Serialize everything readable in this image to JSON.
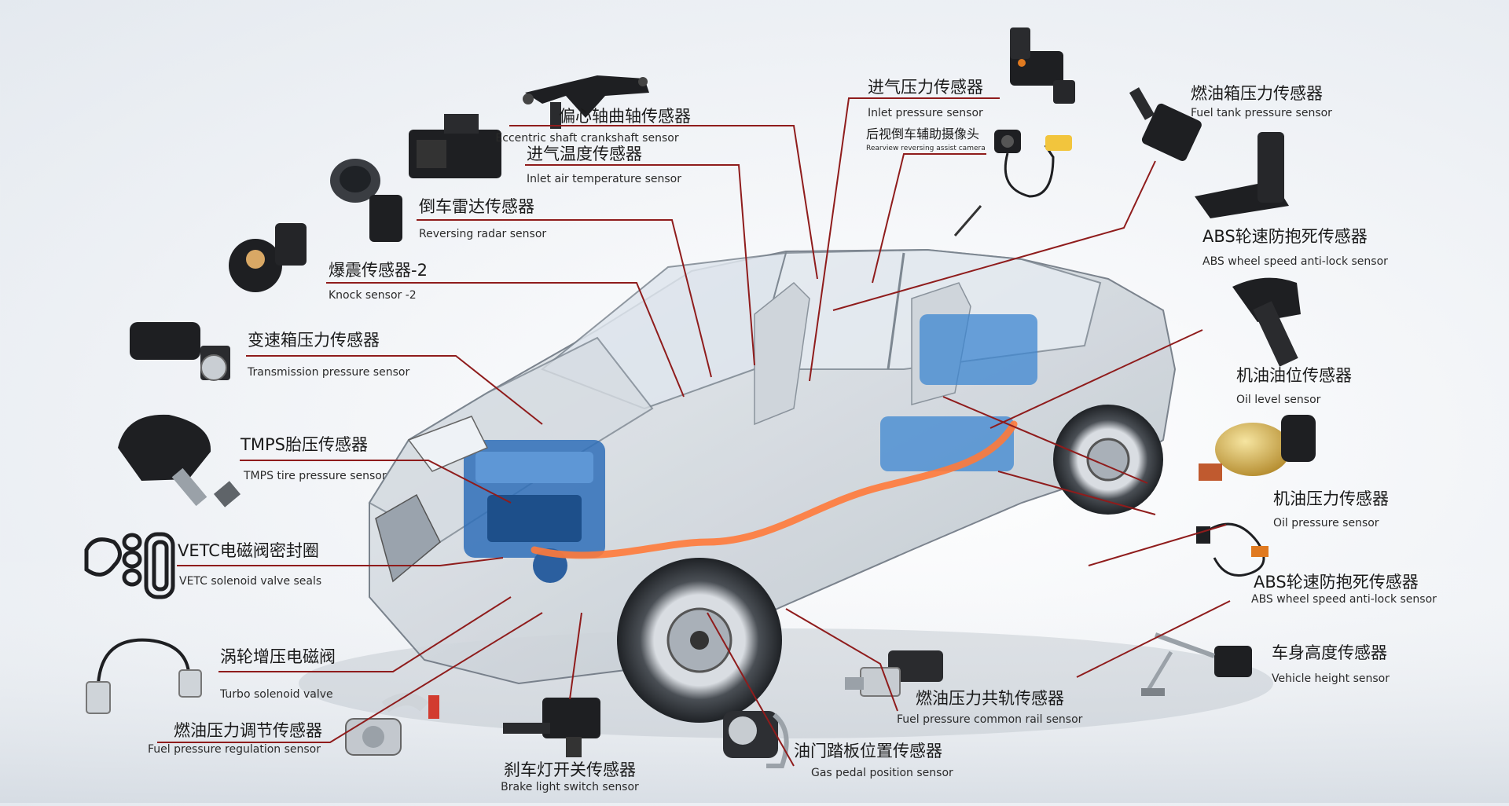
{
  "labels": [
    {
      "id": "eccentric-shaft-crankshaft-sensor",
      "cn": "偏心轴曲轴传感器",
      "en": "Eccentric shaft crankshaft sensor"
    },
    {
      "id": "inlet-air-temperature-sensor",
      "cn": "进气温度传感器",
      "en": "Inlet air temperature sensor"
    },
    {
      "id": "reversing-radar-sensor",
      "cn": "倒车雷达传感器",
      "en": "Reversing radar sensor"
    },
    {
      "id": "knock-sensor",
      "cn": "爆震传感器-2",
      "en": "Knock sensor -2"
    },
    {
      "id": "transmission-pressure-sensor",
      "cn": "变速箱压力传感器",
      "en": "Transmission pressure sensor"
    },
    {
      "id": "tmps-tire-pressure-sensor",
      "cn": "TMPS胎压传感器",
      "en": "TMPS tire pressure sensor"
    },
    {
      "id": "vetc-solenoid-valve-seals",
      "cn": "VETC电磁阀密封圈",
      "en": "VETC solenoid valve seals"
    },
    {
      "id": "turbo-solenoid-valve",
      "cn": "涡轮增压电磁阀",
      "en": "Turbo solenoid valve"
    },
    {
      "id": "fuel-pressure-regulation-sensor",
      "cn": "燃油压力调节传感器",
      "en": "Fuel pressure regulation sensor"
    },
    {
      "id": "brake-light-switch-sensor",
      "cn": "刹车灯开关传感器",
      "en": "Brake light switch sensor"
    },
    {
      "id": "gas-pedal-position-sensor",
      "cn": "油门踏板位置传感器",
      "en": "Gas pedal position sensor"
    },
    {
      "id": "fuel-pressure-common-rail-sensor",
      "cn": "燃油压力共轨传感器",
      "en": "Fuel pressure common rail sensor"
    },
    {
      "id": "vehicle-height-sensor",
      "cn": "车身高度传感器",
      "en": "Vehicle height sensor"
    },
    {
      "id": "abs-wheel-speed-sensor-lower",
      "cn": "ABS轮速防抱死传感器",
      "en": "ABS wheel speed anti-lock sensor"
    },
    {
      "id": "oil-pressure-sensor",
      "cn": "机油压力传感器",
      "en": "Oil pressure sensor"
    },
    {
      "id": "oil-level-sensor",
      "cn": "机油油位传感器",
      "en": "Oil level sensor"
    },
    {
      "id": "abs-wheel-speed-sensor-upper",
      "cn": "ABS轮速防抱死传感器",
      "en": "ABS wheel speed anti-lock sensor"
    },
    {
      "id": "fuel-tank-pressure-sensor",
      "cn": "燃油箱压力传感器",
      "en": "Fuel tank pressure sensor"
    },
    {
      "id": "inlet-pressure-sensor",
      "cn": "进气压力传感器",
      "en": "Inlet pressure sensor"
    },
    {
      "id": "rearview-reversing-assist-camera",
      "cn": "后视倒车辅助摄像头",
      "en": "Rearview reversing assist camera"
    }
  ],
  "colors": {
    "leader": "#8f1c1c",
    "engine": "#2f6fb8",
    "fuel_line": "#ff7a3a",
    "sensor_dark": "#1e1f22"
  }
}
